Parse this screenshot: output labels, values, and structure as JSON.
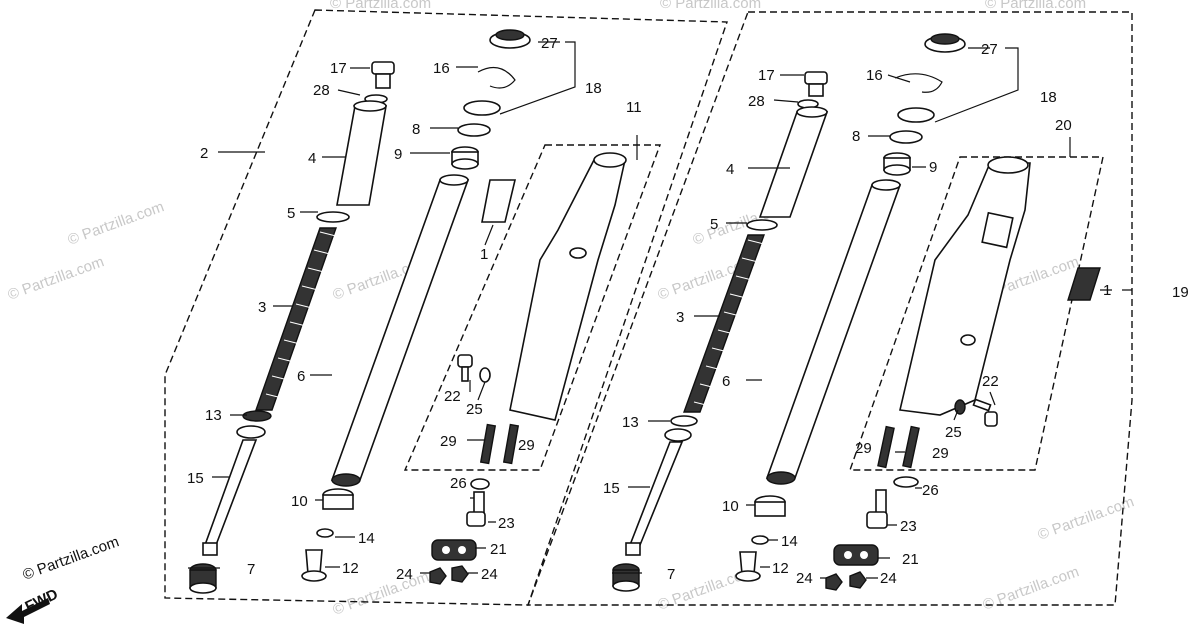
{
  "watermark": "© Partzilla.com",
  "fwd_label": "FWD",
  "left_assembly": {
    "labels": [
      "2",
      "17",
      "28",
      "4",
      "5",
      "3",
      "13",
      "15",
      "7",
      "16",
      "27",
      "18",
      "8",
      "9",
      "11",
      "1",
      "6",
      "10",
      "14",
      "12",
      "22",
      "25",
      "29",
      "29",
      "26",
      "23",
      "21",
      "24",
      "24"
    ]
  },
  "right_assembly": {
    "labels": [
      "17",
      "28",
      "4",
      "5",
      "3",
      "13",
      "15",
      "7",
      "16",
      "27",
      "18",
      "8",
      "9",
      "20",
      "1",
      "19",
      "6",
      "10",
      "14",
      "12",
      "22",
      "25",
      "29",
      "29",
      "26",
      "23",
      "21",
      "24",
      "24"
    ]
  }
}
